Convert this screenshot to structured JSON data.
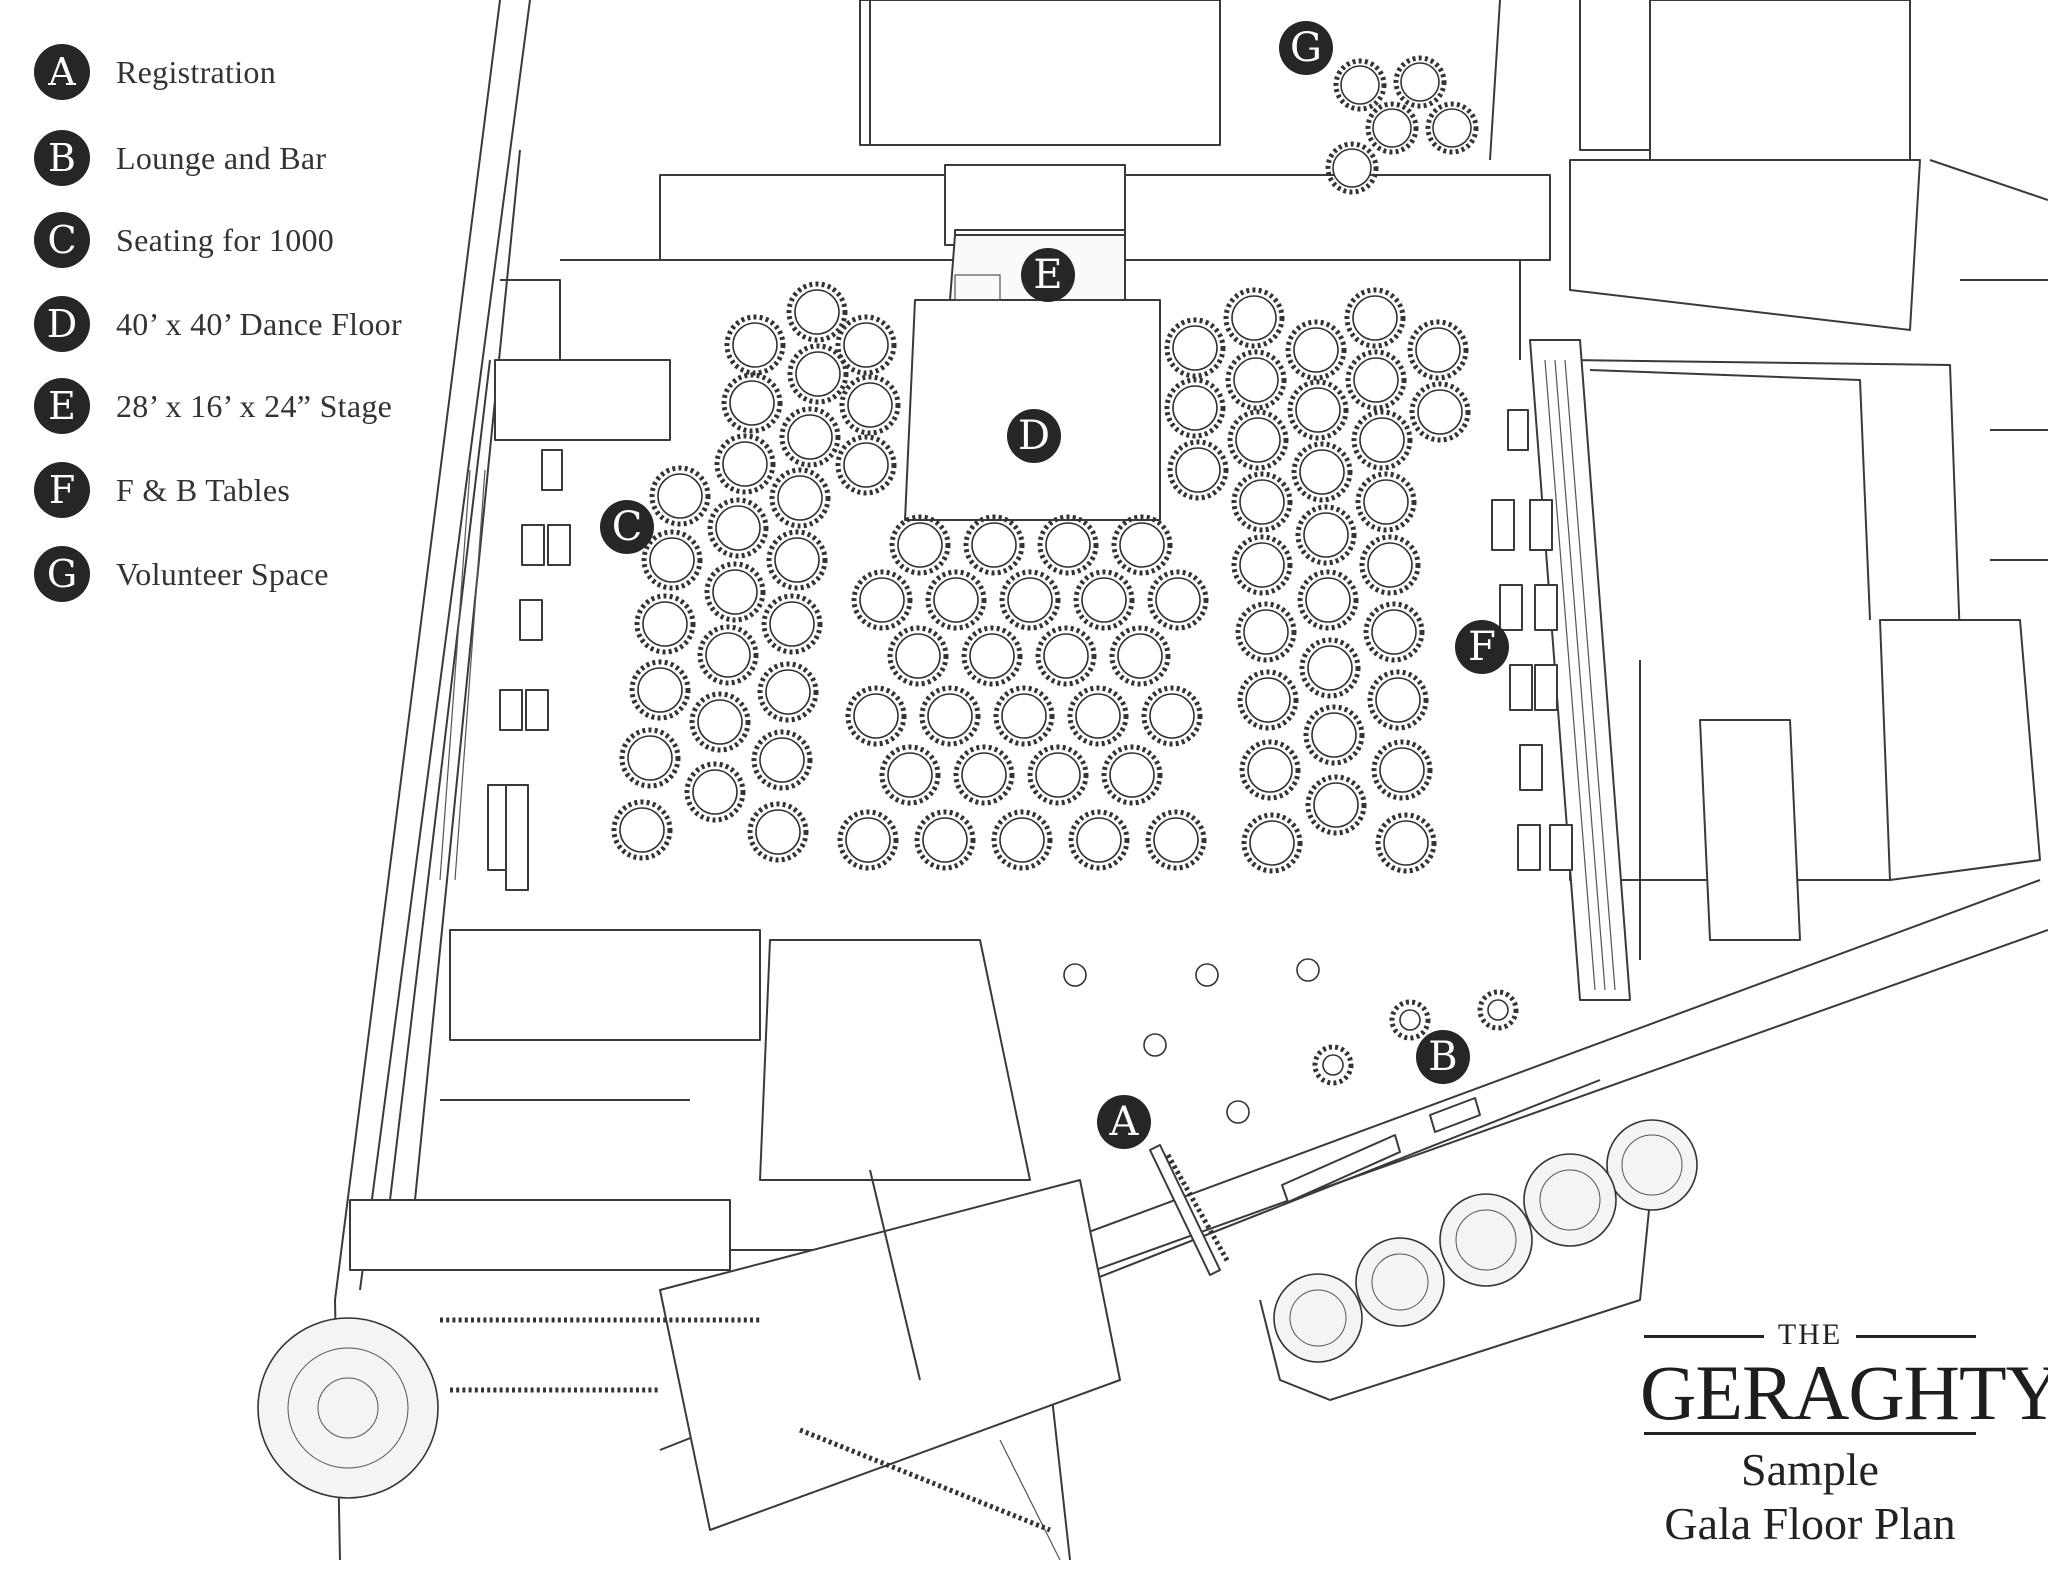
{
  "legend": [
    {
      "letter": "A",
      "label": "Registration"
    },
    {
      "letter": "B",
      "label": "Lounge and Bar"
    },
    {
      "letter": "C",
      "label": "Seating for 1000"
    },
    {
      "letter": "D",
      "label": "40’ x 40’ Dance Floor"
    },
    {
      "letter": "E",
      "label": "28’ x 16’ x 24” Stage"
    },
    {
      "letter": "F",
      "label": "F & B Tables"
    },
    {
      "letter": "G",
      "label": "Volunteer Space"
    }
  ],
  "map_markers": [
    "A",
    "B",
    "C",
    "D",
    "E",
    "F",
    "G"
  ],
  "brand": {
    "the": "THE",
    "name": "GERAGHTY",
    "trademark": "®"
  },
  "caption": {
    "line1": "Sample",
    "line2": "Gala Floor Plan"
  },
  "colors": {
    "marker_fill": "#262626",
    "line": "#3a3a3a",
    "background": "#ffffff"
  }
}
